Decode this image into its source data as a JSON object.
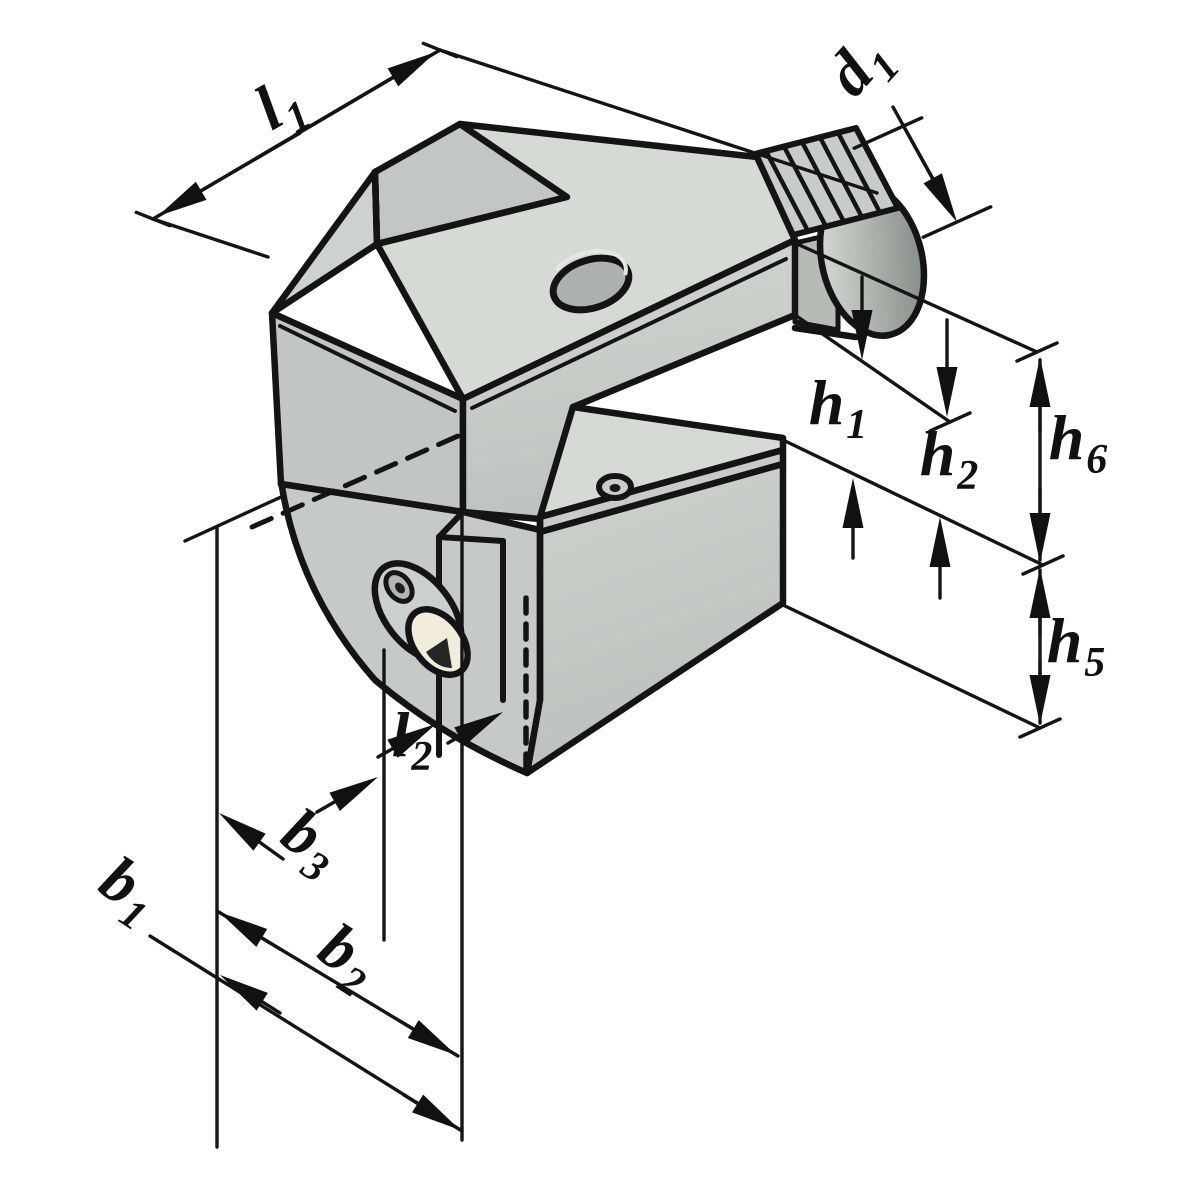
{
  "figure": {
    "kind": "isometric technical line drawing",
    "subject": "VDI axial tool holder (serrated shank) with dimension callouts",
    "background": "#ffffff"
  },
  "colors": {
    "outline": "#141414",
    "body_light": "#d6dad5",
    "body_mid": "#c9cdc8",
    "body_shade": "#b9beba",
    "band": "#c8ccc8",
    "hole": "#aeb2ae",
    "insert_beige": "#f2ecdb",
    "dimension_ink": "#111111"
  },
  "dimension_labels": [
    {
      "id": "l1",
      "base": "l",
      "sub": "1"
    },
    {
      "id": "d1",
      "base": "d",
      "sub": "1"
    },
    {
      "id": "h1",
      "base": "h",
      "sub": "1"
    },
    {
      "id": "h2",
      "base": "h",
      "sub": "2"
    },
    {
      "id": "h6",
      "base": "h",
      "sub": "6"
    },
    {
      "id": "h5",
      "base": "h",
      "sub": "5"
    },
    {
      "id": "l2",
      "base": "l",
      "sub": "2"
    },
    {
      "id": "b3",
      "base": "b",
      "sub": "3"
    },
    {
      "id": "b2",
      "base": "b",
      "sub": "2"
    },
    {
      "id": "b1",
      "base": "b",
      "sub": "1"
    }
  ]
}
